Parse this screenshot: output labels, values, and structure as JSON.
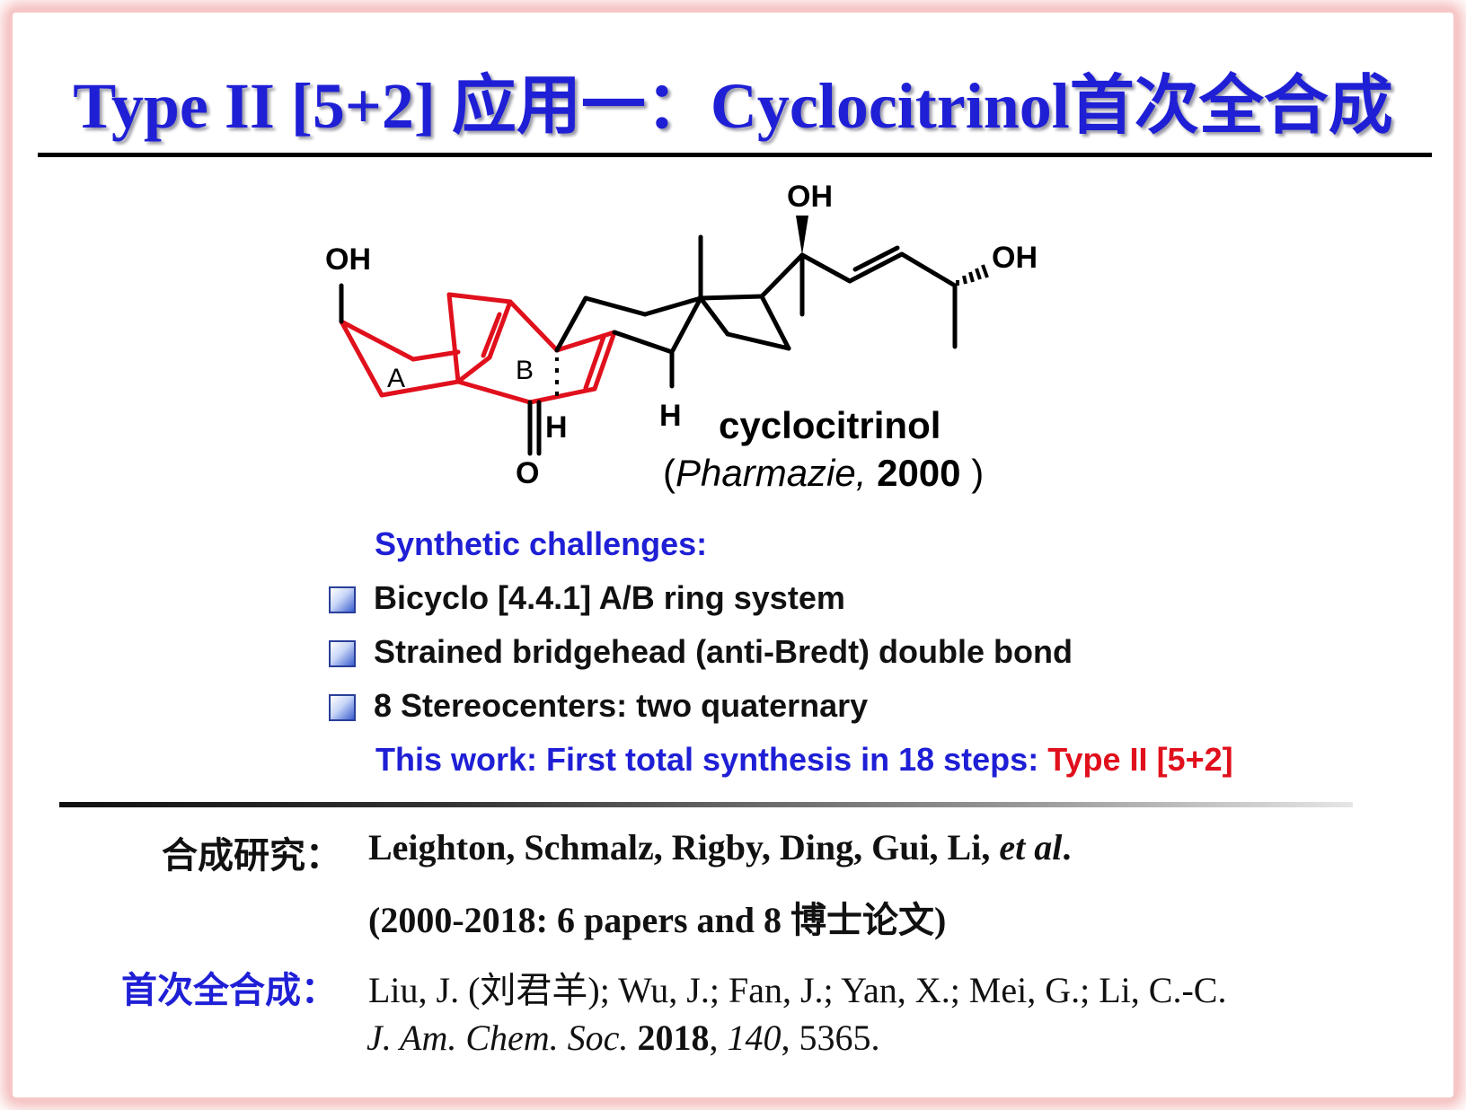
{
  "title": "Type II [5+2] 应用一：Cyclocitrinol首次全合成",
  "molecule": {
    "atoms": {
      "oh_left": "OH",
      "oh_top": "OH",
      "oh_right": "OH",
      "ring_a": "A",
      "ring_b": "B",
      "h_b": "H",
      "h_c": "H",
      "o_ketone": "O"
    },
    "name": "cyclocitrinol",
    "ref_open": "(",
    "ref_journal": "Pharmazie,",
    "ref_year": "2000",
    "ref_close": ")",
    "highlight_color": "#e0101c",
    "bond_color": "#000000"
  },
  "challenges": {
    "heading": "Synthetic challenges:",
    "items": [
      "Bicyclo [4.4.1] A/B ring system",
      "Strained bridgehead (anti-Bredt) double bond",
      "8 Stereocenters: two quaternary"
    ],
    "this_work_prefix": "This work: First total synthesis in 18 steps:",
    "this_work_highlight": "Type II [5+2]"
  },
  "research": {
    "label": "合成研究：",
    "authors": "Leighton, Schmalz, Rigby, Ding, Gui, Li,",
    "etal": "et al",
    "period": ".",
    "note": "(2000-2018: 6 papers and 8 博士论文)"
  },
  "first_synthesis": {
    "label": "首次全合成：",
    "authors": "Liu, J. (刘君羊); Wu, J.; Fan, J.; Yan, X.; Mei, G.; Li, C.-C.",
    "journal": "J. Am. Chem. Soc.",
    "year": "2018",
    "volume": "140",
    "pages": ", 5365."
  },
  "colors": {
    "title_blue": "#1f1fd6",
    "accent_red": "#e0101c",
    "frame_pink": "#f3b1b1"
  }
}
